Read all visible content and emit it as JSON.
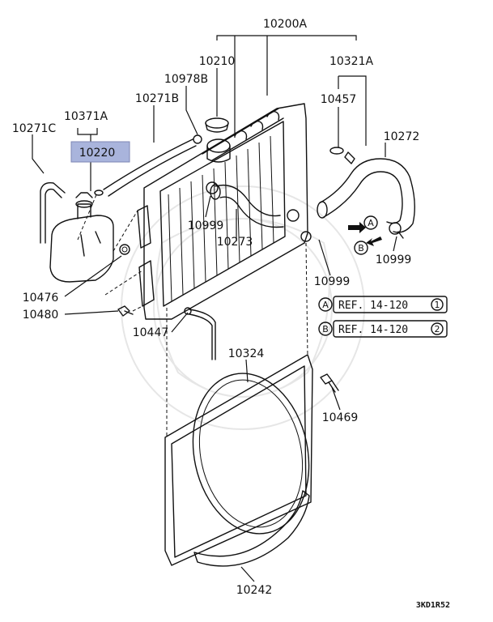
{
  "diagram": {
    "parts": [
      {
        "id": "p10200A",
        "label": "10200A"
      },
      {
        "id": "p10210",
        "label": "10210"
      },
      {
        "id": "p10321A",
        "label": "10321A"
      },
      {
        "id": "p10978B",
        "label": "10978B"
      },
      {
        "id": "p10457",
        "label": "10457"
      },
      {
        "id": "p10371A",
        "label": "10371A"
      },
      {
        "id": "p10271B",
        "label": "10271B"
      },
      {
        "id": "p10271C",
        "label": "10271C"
      },
      {
        "id": "p10272",
        "label": "10272"
      },
      {
        "id": "p10220",
        "label": "10220",
        "highlighted": true
      },
      {
        "id": "p10999a",
        "label": "10999"
      },
      {
        "id": "p10273",
        "label": "10273"
      },
      {
        "id": "p10999b",
        "label": "10999"
      },
      {
        "id": "p10999c",
        "label": "10999"
      },
      {
        "id": "p10476",
        "label": "10476"
      },
      {
        "id": "p10480",
        "label": "10480"
      },
      {
        "id": "p10447",
        "label": "10447"
      },
      {
        "id": "p10324",
        "label": "10324"
      },
      {
        "id": "p10469",
        "label": "10469"
      },
      {
        "id": "p10242",
        "label": "10242"
      }
    ],
    "references": [
      {
        "marker": "A",
        "text": "REF. 14-120",
        "page": "1"
      },
      {
        "marker": "B",
        "text": "REF. 14-120",
        "page": "2"
      }
    ],
    "footer_code": "3KD1R52",
    "highlight_color": "#a9b4dc"
  }
}
